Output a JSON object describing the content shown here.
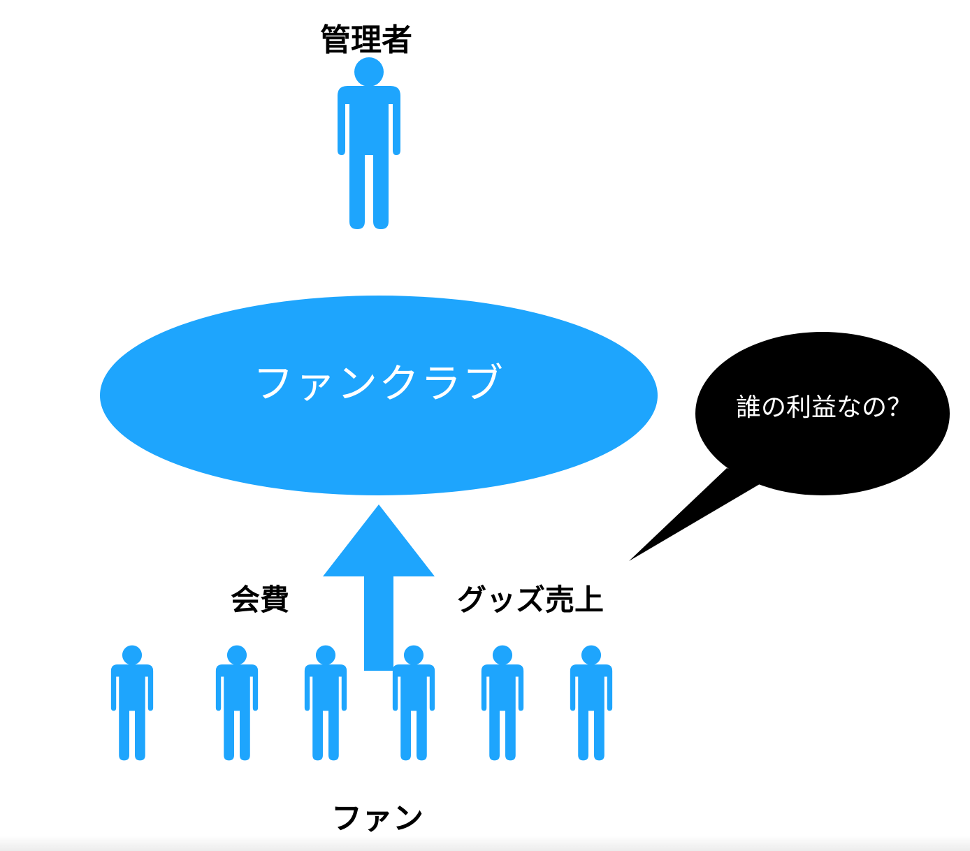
{
  "labels": {
    "admin": "管理者",
    "fan_club": "ファンクラブ",
    "fee": "会費",
    "goods_sales": "グッズ売上",
    "fans": "ファン",
    "question": "誰の利益なの？"
  },
  "icons": {
    "person": "person-icon",
    "arrow": "arrow-up-icon"
  },
  "colors": {
    "accent": "#1ea5fd",
    "bubble": "#000000",
    "text_on_shape": "#ffffff",
    "text": "#000000"
  },
  "fan_count": 6
}
